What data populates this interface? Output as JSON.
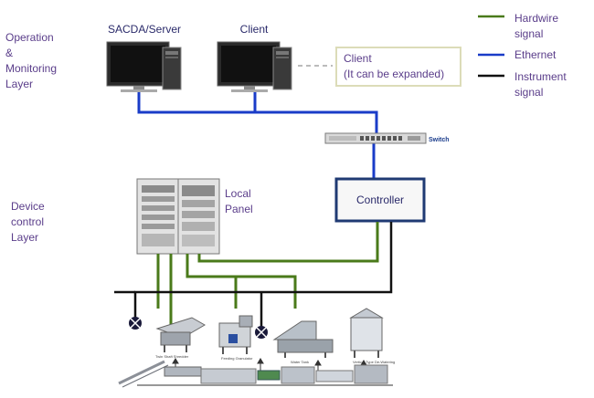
{
  "layers": {
    "operation": [
      "Operation",
      "&",
      "Monitoring",
      "Layer"
    ],
    "device": [
      "Device",
      "control",
      "Layer"
    ]
  },
  "nodes": {
    "server": "SACDA/Server",
    "client": "Client",
    "client_expand_line1": "Client",
    "client_expand_line2": "(It can be expanded)",
    "switch": "Switch",
    "controller": "Controller",
    "local_panel": [
      "Local",
      "Panel"
    ]
  },
  "legend": [
    {
      "label_lines": [
        "Hardwire",
        "signal"
      ],
      "color": "#4a7a1a"
    },
    {
      "label_lines": [
        "Ethernet"
      ],
      "color": "#1a3cc8"
    },
    {
      "label_lines": [
        "Instrument",
        "signal"
      ],
      "color": "#111111"
    }
  ],
  "equipment_captions": [
    "Twin Shaft Shredder",
    "Feeding Granulator",
    "Water Tank",
    "Vertical Type De-Watering"
  ]
}
